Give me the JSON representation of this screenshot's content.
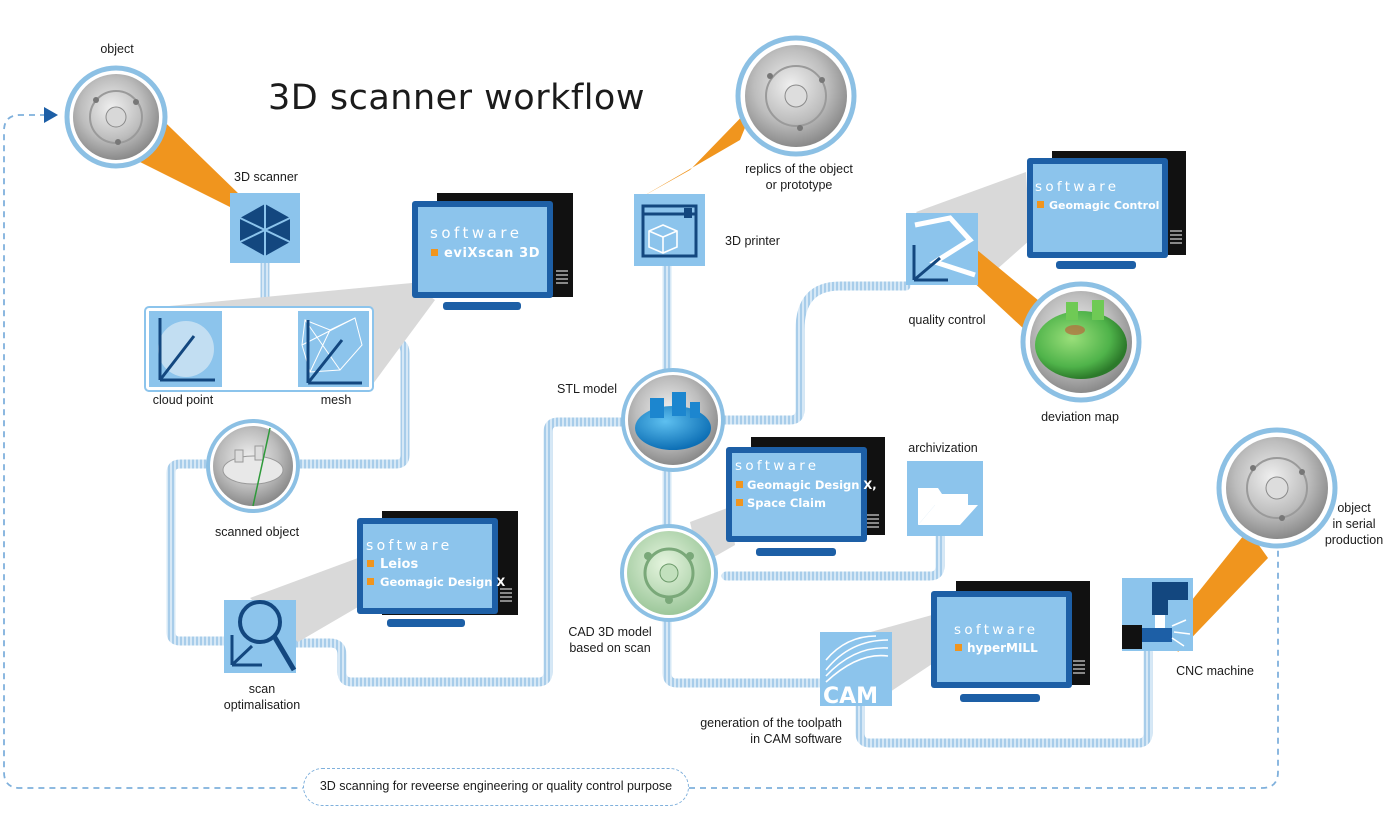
{
  "title": "3D scanner workflow",
  "labels": {
    "object": "object",
    "scanner": "3D scanner",
    "cloud_point": "cloud point",
    "mesh": "mesh",
    "scanned_object": "scanned object",
    "scan_opt_1": "scan",
    "scan_opt_2": "optimalisation",
    "stl_model": "STL model",
    "printer": "3D printer",
    "replicas_1": "replics of the object",
    "replicas_2": "or prototype",
    "quality_control": "quality control",
    "deviation_map": "deviation map",
    "archivization": "archivization",
    "cad_1": "CAD 3D model",
    "cad_2": "based on scan",
    "toolpath_1": "generation of the toolpath",
    "toolpath_2": "in CAM software",
    "cnc": "CNC machine",
    "serial_1": "object",
    "serial_2": "in serial",
    "serial_3": "production",
    "cam": "CAM"
  },
  "monitors": {
    "software_word": "software",
    "evixscan": [
      "eviXscan 3D"
    ],
    "leios": [
      "Leios",
      "Geomagic Design X"
    ],
    "geomagic_control": [
      "Geomagic Control"
    ],
    "design_x": [
      "Geomagic Design X,",
      "Space Claim"
    ],
    "hypermill": [
      "hyperMILL"
    ]
  },
  "bottom_note": "3D scanning for reveerse engineering or quality control purpose",
  "colors": {
    "accent_orange": "#f0951e",
    "screen_blue": "#8cc4ec",
    "monitor_blue": "#1d5fa6",
    "dark_blue": "#13477f",
    "path_blue": "#a8cdea",
    "circle_ring": "#8cc0e4",
    "dashed_line": "#7fb0dc"
  }
}
